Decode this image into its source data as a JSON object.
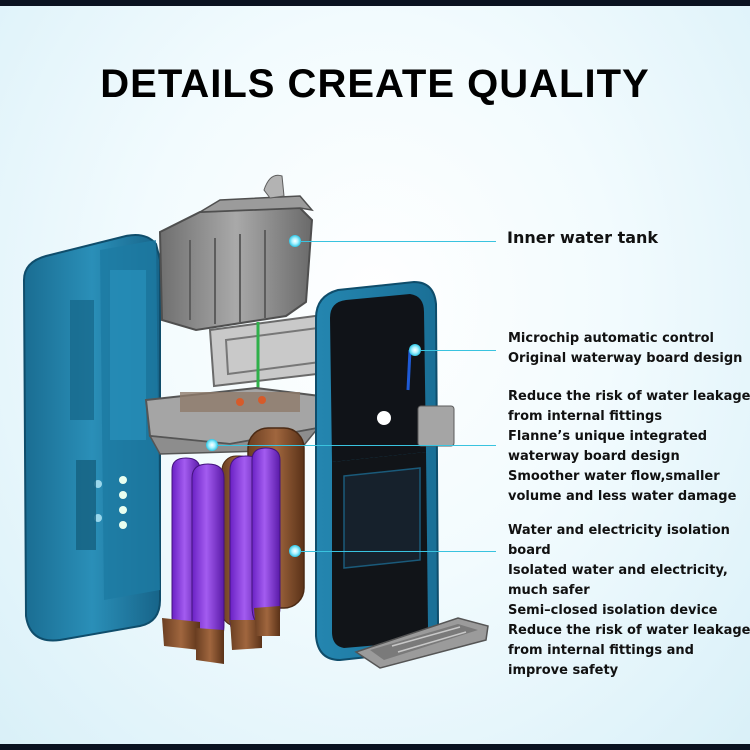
{
  "title": "DETAILS CREATE QUALITY",
  "colors": {
    "accent": "#39c3df",
    "housing": "#1f7ea6",
    "filter_purple": "#8a3dd8",
    "filter_brown": "#8a5a3a",
    "component_gray": "#8c8c8c"
  },
  "callouts": [
    {
      "lines": [
        "Inner water tank"
      ]
    },
    {
      "lines": [
        "Microchip automatic control",
        "Original waterway board design"
      ]
    },
    {
      "lines": [
        "Reduce the risk of water leakage",
        "from internal fittings",
        "Flanne’s unique integrated",
        "waterway board design",
        "Smoother water flow,smaller",
        "volume and less water damage"
      ]
    },
    {
      "lines": [
        "Water and electricity isolation",
        "board",
        "Isolated water and electricity,",
        "much safer",
        "Semi–closed isolation device",
        "Reduce the risk of water leakage",
        "from internal fittings and",
        "improve safety"
      ]
    }
  ]
}
